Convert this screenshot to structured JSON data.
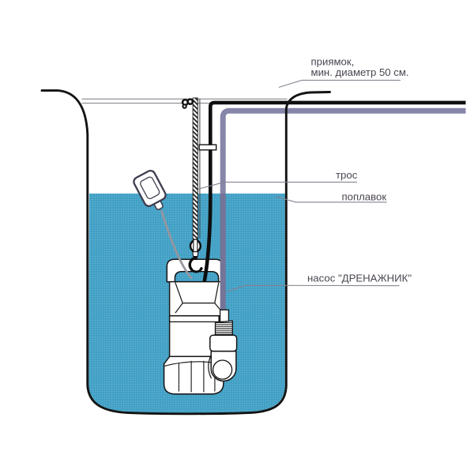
{
  "figure": {
    "type": "technical-diagram",
    "subject": "Submersible drainage pump installed in a sump pit with float switch, lifting rope, power cable and discharge pipe"
  },
  "labels": {
    "pit_line1": "приямок,",
    "pit_line2": "мин. диаметр 50 см.",
    "rope": "трос",
    "float": "поплавок",
    "pump": "насос \"ДРЕНАЖНИК\""
  },
  "colors": {
    "background": "#ffffff",
    "outline": "#141414",
    "water": "#45a2c6",
    "water_dot_light": "#6cc0dc",
    "water_dot_dark": "#2e8db4",
    "pipe": "#8686a9",
    "pipe_underwater": "#5f5f80",
    "float_cable": "#96969e",
    "label_text": "#4b4550",
    "leader_line": "#87818f",
    "rim_line": "#7a7a82"
  }
}
